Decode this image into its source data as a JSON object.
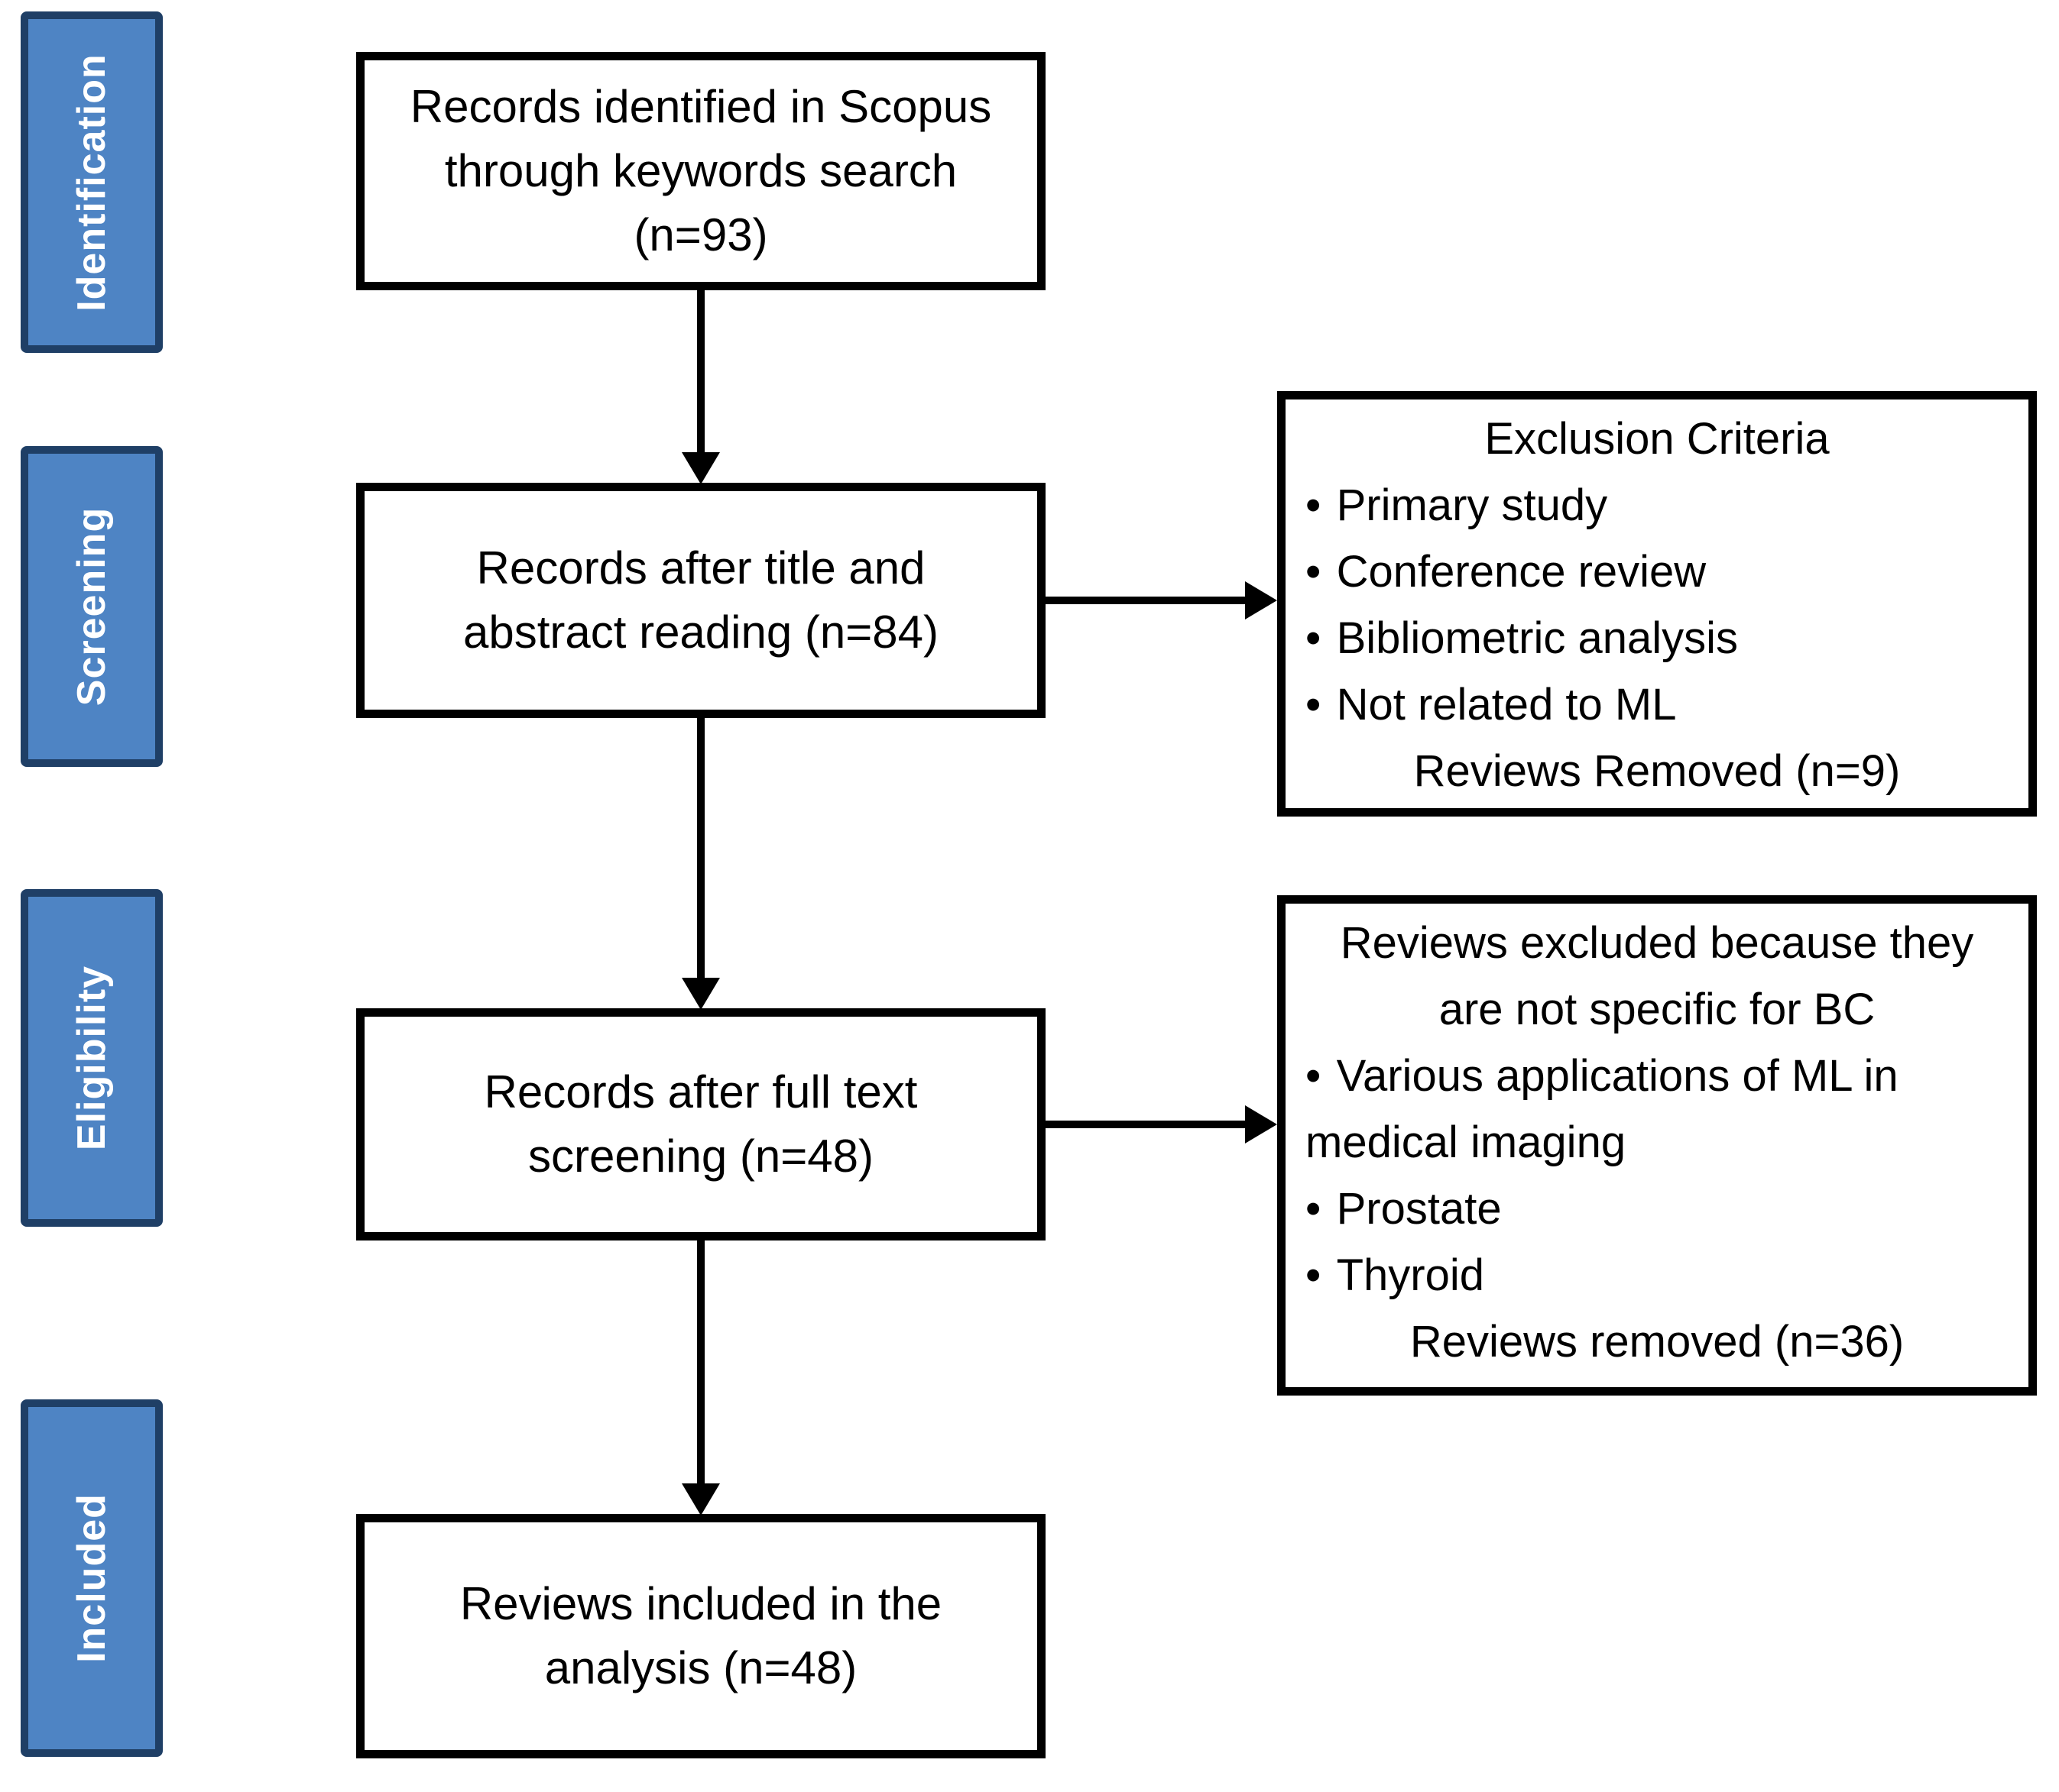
{
  "figure": {
    "type": "prisma_flow_diagram",
    "bullet_char": "•",
    "colors": {
      "stage_fill": "#4e84c4",
      "stage_border": "#1f3f66",
      "box_border": "#000000",
      "box_fill": "#ffffff",
      "stage_text_color": "#ffffff",
      "text_color": "#000000",
      "background": "#ffffff"
    },
    "stages": [
      {
        "label": "Identification"
      },
      {
        "label": "Screening"
      },
      {
        "label": "Eligibility"
      },
      {
        "label": "Included"
      }
    ],
    "main_boxes": [
      {
        "text": "Records identified in Scopus\nthrough keywords search\n(n=93)",
        "count": 93
      },
      {
        "text": "Records after title and\nabstract reading (n=84)",
        "count": 84
      },
      {
        "text": "Records after full text\nscreening (n=48)",
        "count": 48
      },
      {
        "text": "Reviews included in the\nanalysis (n=48)",
        "count": 48
      }
    ],
    "side_boxes": [
      {
        "title": "Exclusion Criteria",
        "bullets": [
          "Primary study",
          "Conference review",
          "Bibliometric analysis",
          "Not related to ML"
        ],
        "footer": "Reviews Removed (n=9)",
        "removed_count": 9
      },
      {
        "title": "Reviews excluded because they\nare not specific for BC",
        "bullets": [
          "Various applications of ML in medical imaging",
          "Prostate",
          "Thyroid"
        ],
        "footer": "Reviews removed (n=36)",
        "removed_count": 36
      }
    ]
  }
}
